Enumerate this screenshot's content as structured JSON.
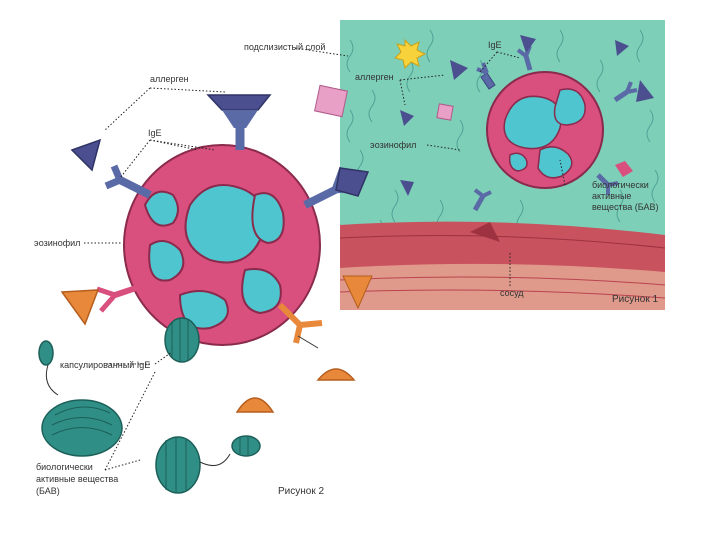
{
  "figure1": {
    "labels": {
      "submucosa": "подслизистый слой",
      "allergen": "аллерген",
      "ige": "IgE",
      "eosinophil": "эозинофил",
      "bas_line1": "биологически",
      "bas_line2": "активные",
      "bas_line3": "вещества (БАВ)",
      "vessel": "сосуд"
    },
    "caption": "Рисунок 1"
  },
  "figure2": {
    "labels": {
      "allergen": "аллерген",
      "ige": "IgE",
      "eosinophil": "эозинофил",
      "encapsulated_ige": "капсулированный IgE",
      "bas_line1": "биологически",
      "bas_line2": "активные вещества",
      "bas_line3": "(БАВ)"
    },
    "caption": "Рисунок 2"
  },
  "colors": {
    "tissue": "#7ecfb7",
    "cell_body": "#d94f7d",
    "cell_inner": "#4fc6cf",
    "antibody": "#5a6aa6",
    "allergen": "#4b4f8f",
    "vessel": "#c8525e",
    "orange": "#e8883a",
    "granule": "#2f8f86"
  }
}
